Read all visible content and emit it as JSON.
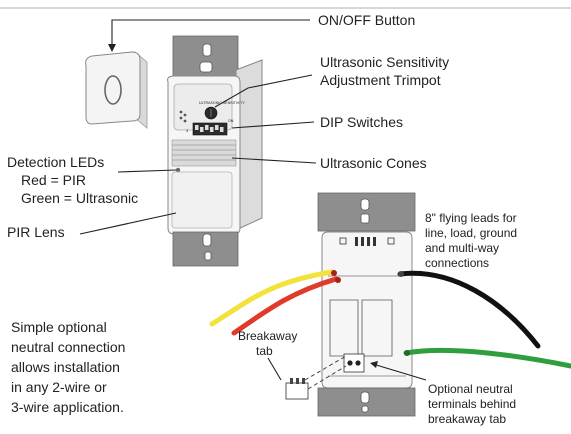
{
  "labels": {
    "on_off_button": "ON/OFF Button",
    "sensitivity_line1": "Ultrasonic Sensitivity",
    "sensitivity_line2": "Adjustment Trimpot",
    "dip_switches": "DIP Switches",
    "ultrasonic_cones": "Ultrasonic Cones",
    "detection_leds_title": "Detection LEDs",
    "detection_leds_red": "Red = PIR",
    "detection_leds_green": "Green = Ultrasonic",
    "pir_lens": "PIR Lens",
    "flying_leads_lines": [
      "8\" flying leads for",
      "line, load, ground",
      "and multi-way",
      "connections"
    ],
    "breakaway_tab_lines": [
      "Breakaway",
      "tab"
    ],
    "neutral_terminals_lines": [
      "Optional neutral",
      "terminals behind",
      "breakaway tab"
    ],
    "neutral_connection_lines": [
      "Simple optional",
      "neutral connection",
      "allows installation",
      "in any 2-wire or",
      "3-wire application."
    ]
  },
  "device_marks": {
    "trimpot_text": "ULTRASONIC SENSITIVITY",
    "dip_text": "ON",
    "dip_number": "3"
  },
  "colors": {
    "wire_yellow": "#f2e23a",
    "wire_red": "#e03a2a",
    "wire_black": "#111111",
    "wire_green": "#2f9e3f"
  }
}
